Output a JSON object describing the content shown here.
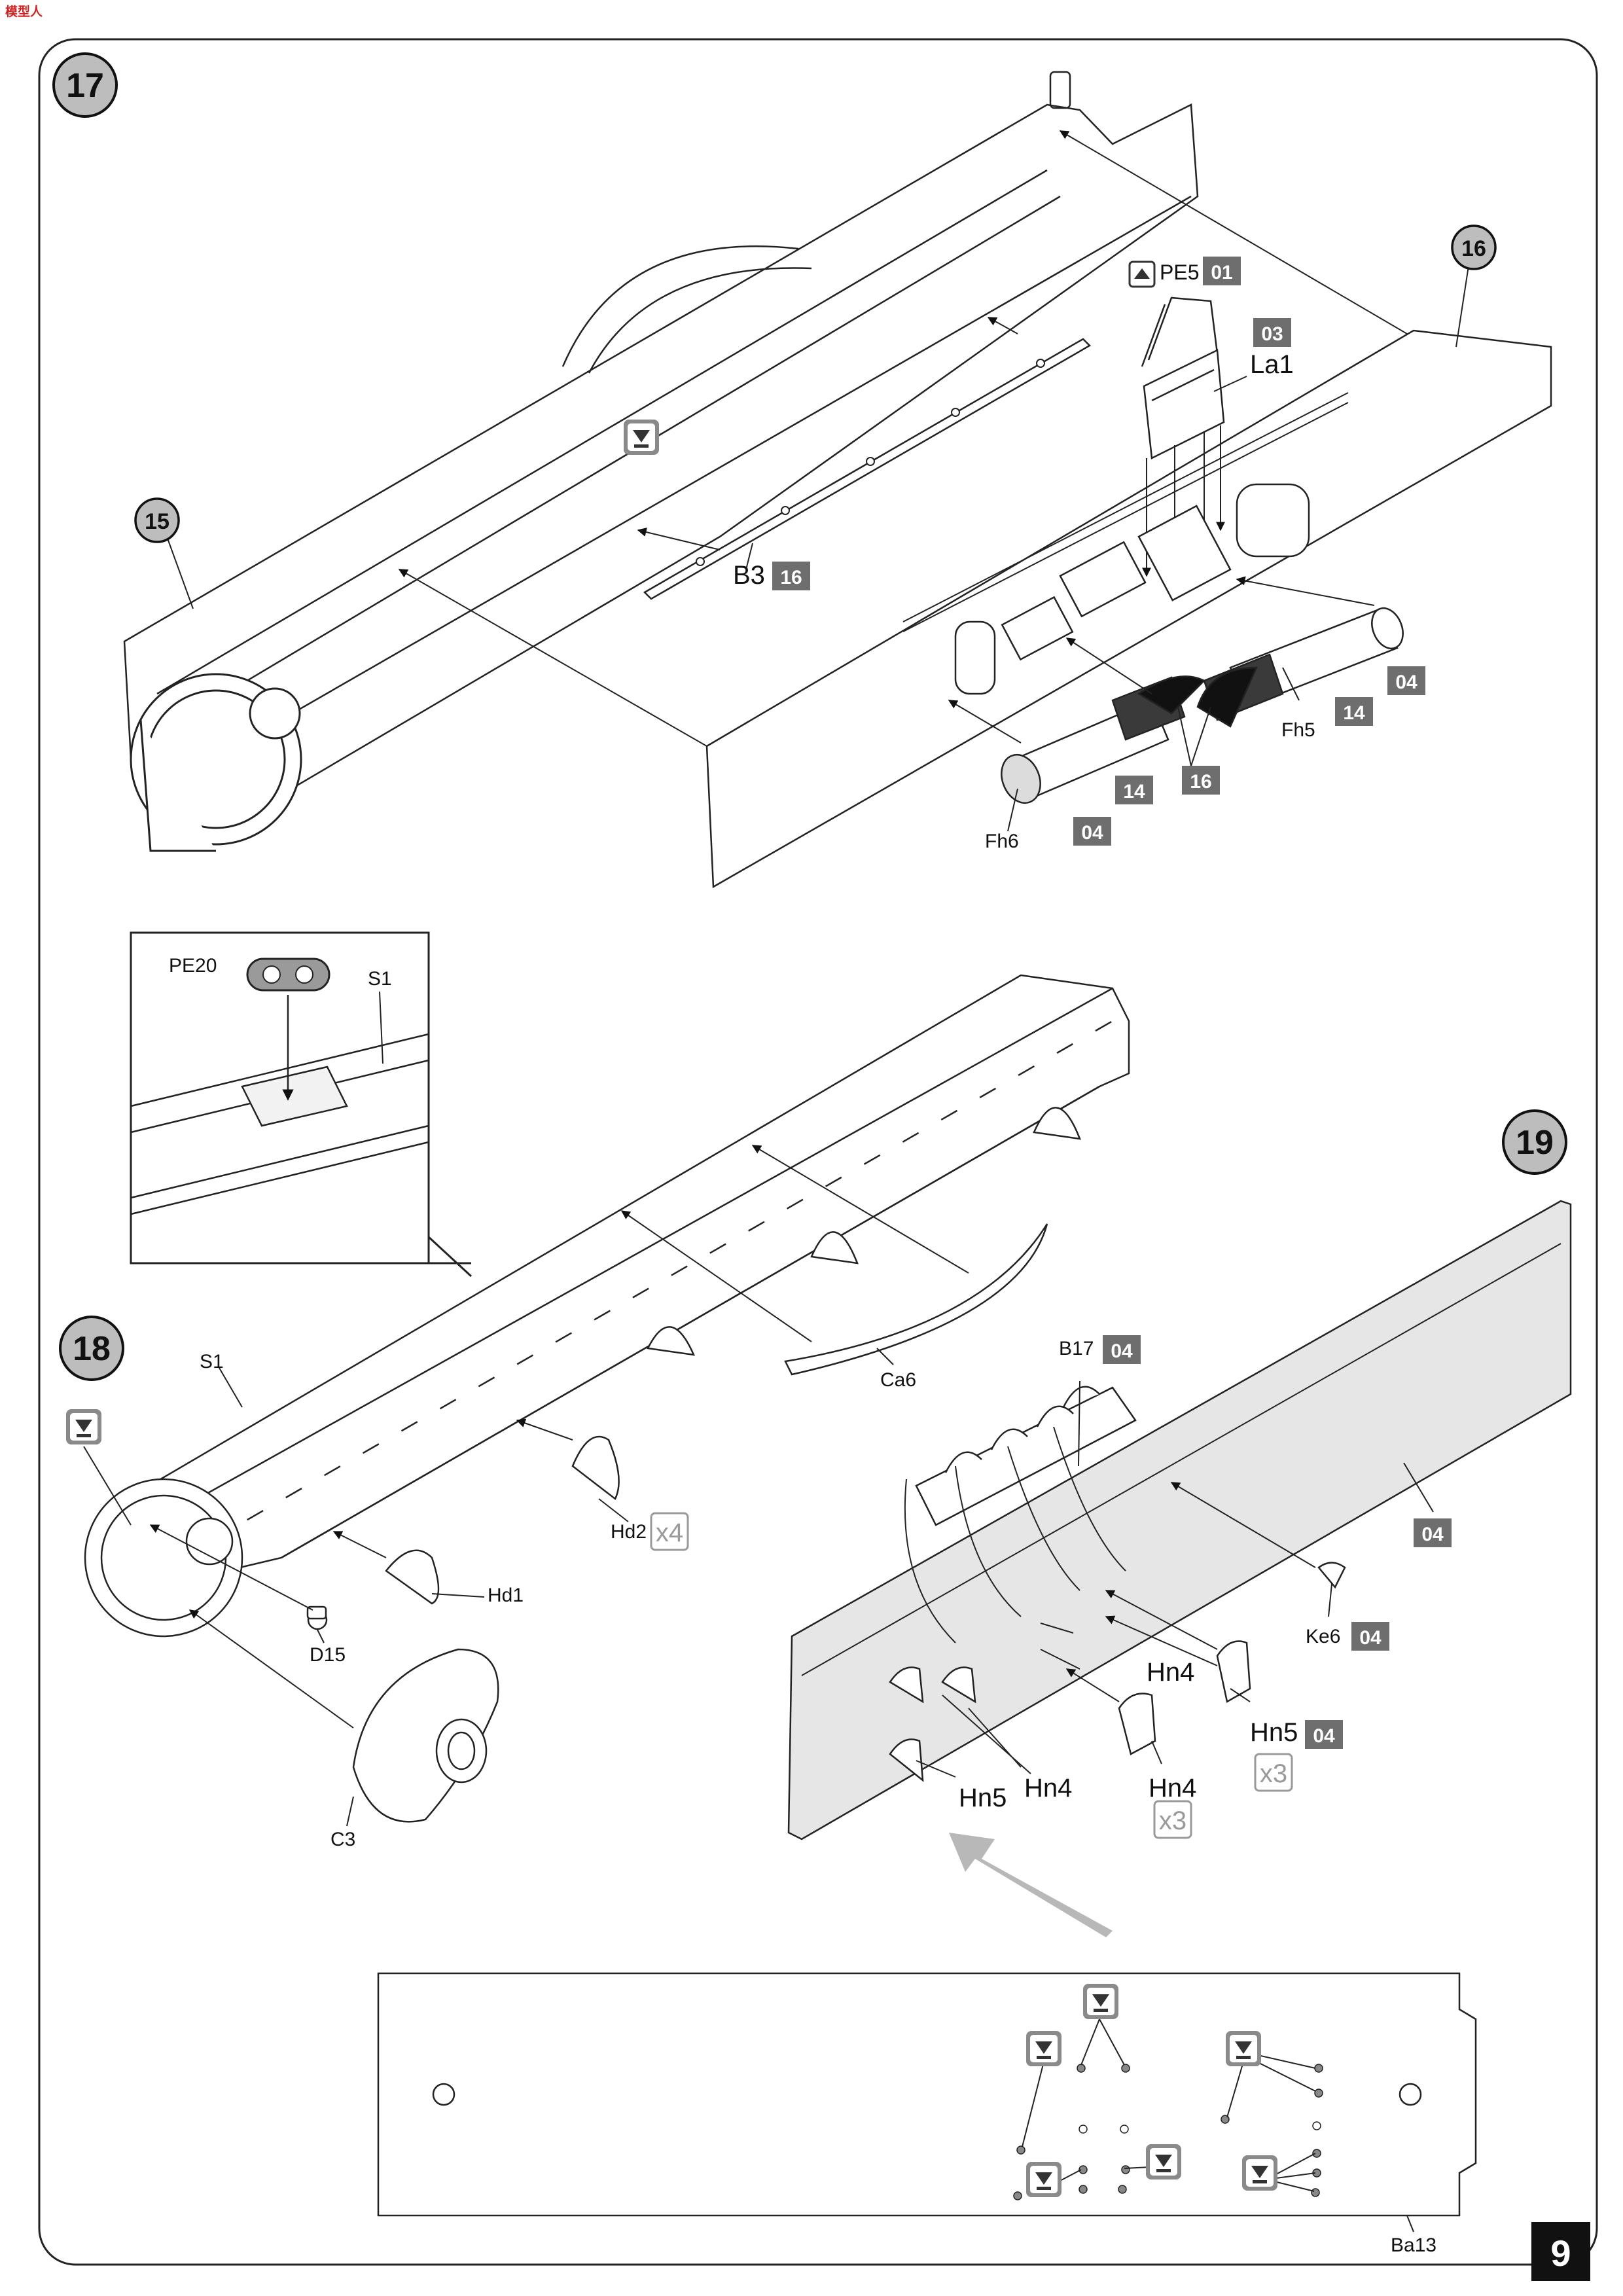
{
  "logo": {
    "text": "模型人"
  },
  "page_number": "9",
  "steps": {
    "s17": "17",
    "s18": "18",
    "s19": "19"
  },
  "refs": {
    "r15": "15",
    "r16": "16"
  },
  "parts": {
    "PE5": "PE5",
    "La1": "La1",
    "B3": "B3",
    "Fh5": "Fh5",
    "Fh6": "Fh6",
    "PE20": "PE20",
    "S1_inset": "S1",
    "S1": "S1",
    "Ca6": "Ca6",
    "Hd2": "Hd2",
    "Hd1": "Hd1",
    "D15": "D15",
    "C3": "C3",
    "B17": "B17",
    "Ke6": "Ke6",
    "Hn4_a": "Hn4",
    "Hn5_a": "Hn5",
    "Hn5_b": "Hn5",
    "Hn4_b": "Hn4",
    "Hn4_c": "Hn4",
    "Ba13": "Ba13"
  },
  "codes": {
    "c01": "01",
    "c03": "03",
    "c16_b3": "16",
    "c04_fh5": "04",
    "c14_fh5": "14",
    "c16_mid": "16",
    "c14_fh6": "14",
    "c04_fh6": "04",
    "c04_b17": "04",
    "c04_panel": "04",
    "c04_ke6": "04",
    "c04_hn5": "04"
  },
  "quantities": {
    "q_hd2": "x4",
    "q_hn5": "x3",
    "q_hn4": "x3"
  },
  "icons": {
    "symbol": "glue-drop-icon",
    "arrow": "assembly-arrow-icon",
    "photo_etch": "photo-etch-icon"
  },
  "colors": {
    "code_box": "#6e6e6e",
    "step_circle": "#bdbdbd",
    "panel_fill": "#e6e6e6",
    "logo": "#d02020"
  }
}
